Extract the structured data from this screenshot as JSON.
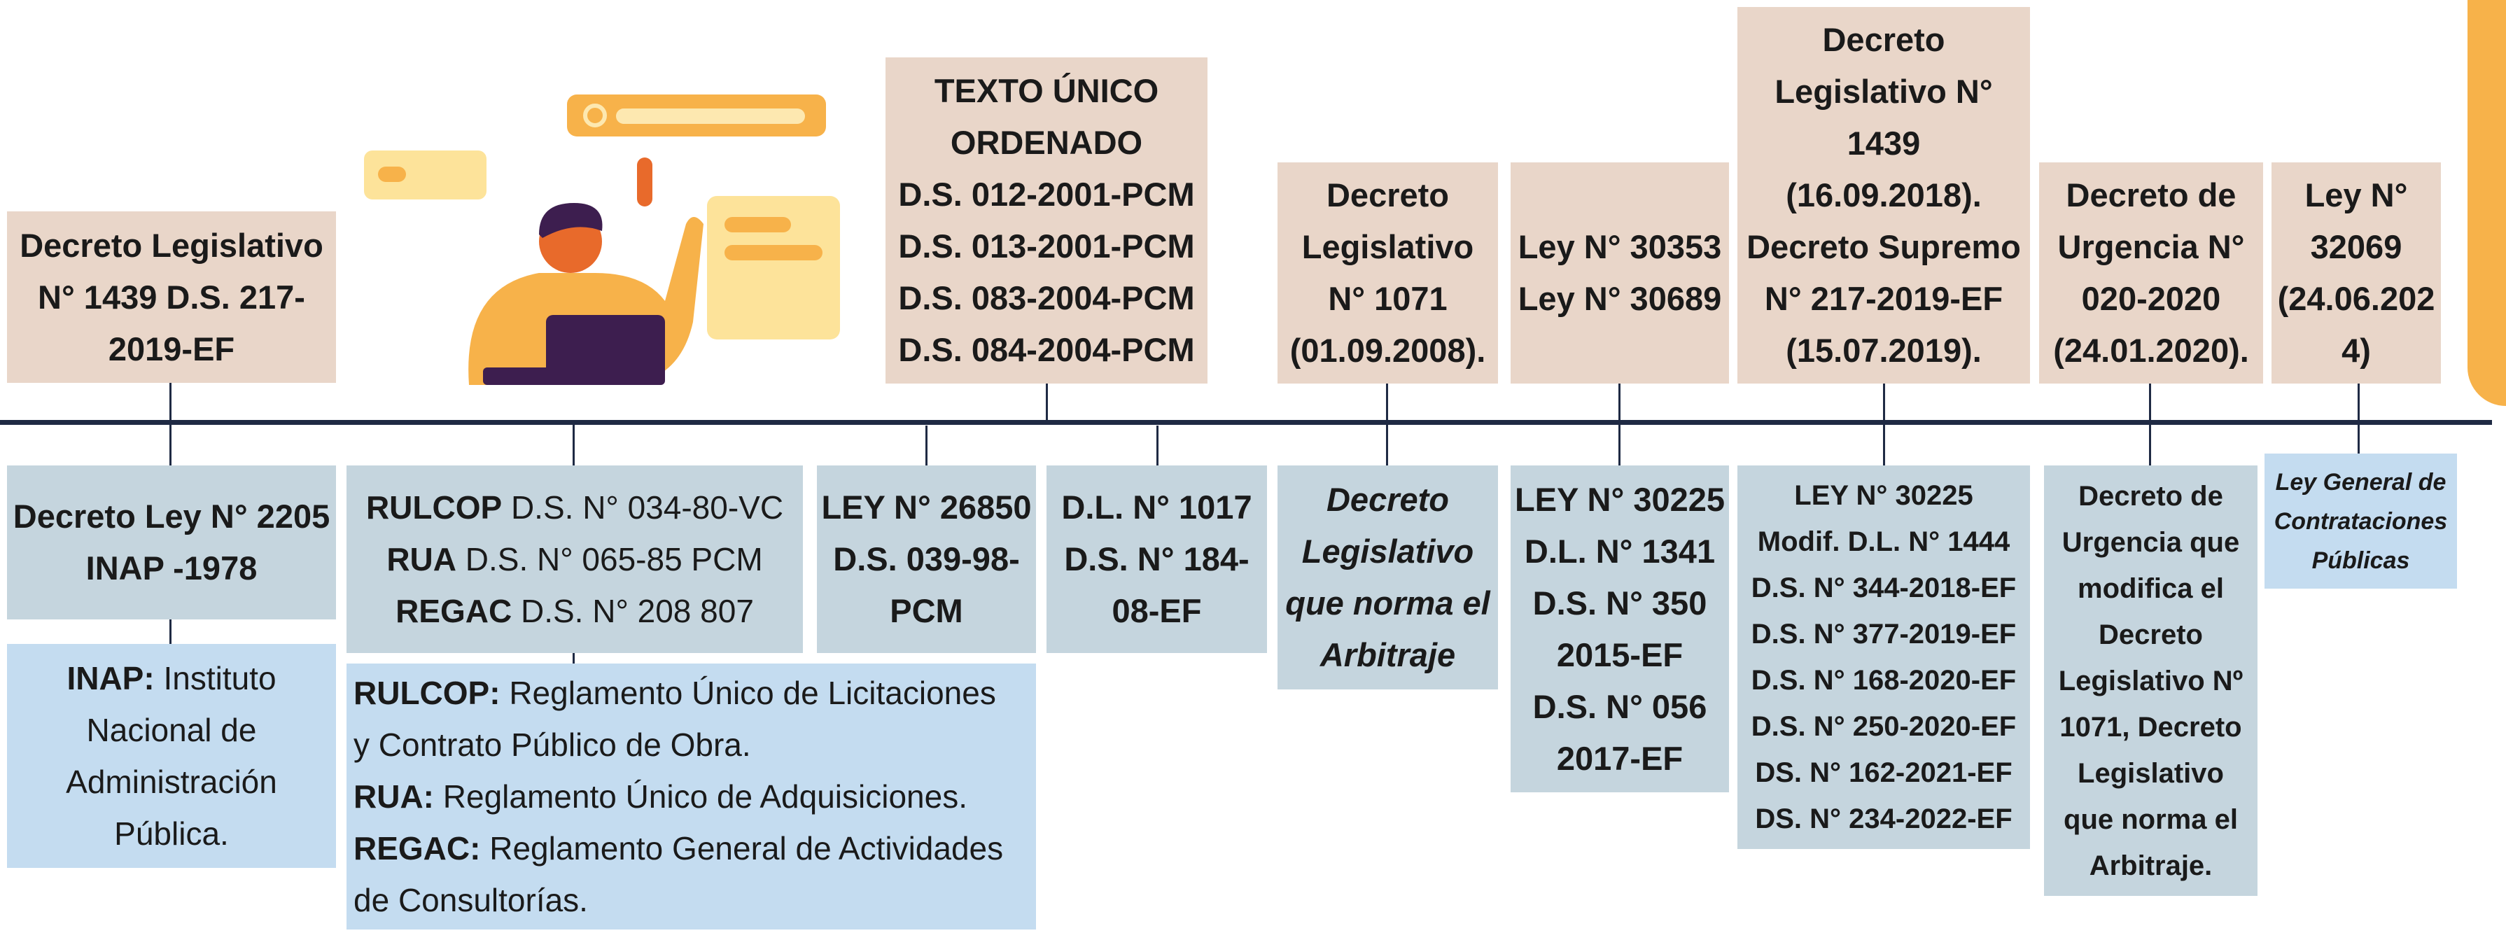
{
  "top_boxes": [
    {
      "lines": [
        "Decreto Legislativo",
        "N° 1439 D.S. 217-",
        "2019-EF"
      ]
    },
    {
      "lines": [
        "TEXTO ÚNICO",
        "ORDENADO",
        "D.S. 012-2001-PCM",
        "D.S. 013-2001-PCM",
        "D.S. 083-2004-PCM",
        "D.S. 084-2004-PCM"
      ]
    },
    {
      "lines": [
        "Decreto",
        "Legislativo",
        "N° 1071",
        "(01.09.2008)."
      ]
    },
    {
      "lines": [
        "Ley N° 30353",
        "Ley N° 30689"
      ]
    },
    {
      "lines": [
        "Decreto",
        "Legislativo N°",
        "1439",
        "(16.09.2018).",
        "Decreto Supremo",
        "N° 217-2019-EF",
        "(15.07.2019)."
      ]
    },
    {
      "lines": [
        "Decreto de",
        "Urgencia N°",
        "020-2020",
        "(24.01.2020)."
      ]
    },
    {
      "lines": [
        "Ley N°",
        "32069",
        "(24.06.202",
        "4)"
      ]
    }
  ],
  "bottom_boxes": {
    "inap": [
      "Decreto Ley N° 2205",
      "INAP -1978"
    ],
    "rulcop": [
      {
        "bold": "RULCOP",
        "rest": " D.S. N° 034-80-VC"
      },
      {
        "bold": "RUA",
        "rest": " D.S. N° 065-85 PCM"
      },
      {
        "bold": "REGAC",
        "rest": " D.S. N° 208 807"
      }
    ],
    "ley26850": [
      "LEY N° 26850",
      "D.S. 039-98-",
      "PCM"
    ],
    "dl1017": [
      "D.L. N° 1017",
      "D.S. N° 184-",
      "08-EF"
    ],
    "arbitraje": [
      "Decreto",
      "Legislativo",
      "que norma el",
      "Arbitraje"
    ],
    "ley30225": [
      "LEY N° 30225",
      "D.L. N° 1341",
      "D.S. N° 350",
      "2015-EF",
      "D.S. N° 056",
      "2017-EF"
    ],
    "ley30225b": [
      "LEY N° 30225",
      "Modif. D.L. N° 1444",
      "D.S. N° 344-2018-EF",
      "D.S. N° 377-2019-EF",
      "D.S. N° 168-2020-EF",
      "D.S. N° 250-2020-EF",
      "DS. N° 162-2021-EF",
      "DS. N° 234-2022-EF"
    ],
    "urgencia": [
      "Decreto de",
      "Urgencia que",
      "modifica el",
      "Decreto",
      "Legislativo Nº",
      "1071, Decreto",
      "Legislativo",
      "que norma el",
      "Arbitraje."
    ],
    "leygeneral": [
      "Ley General de",
      "Contrataciones",
      "Públicas"
    ]
  },
  "desc_boxes": {
    "inap": [
      {
        "bold": "INAP:",
        "rest": " Instituto"
      },
      {
        "bold": "",
        "rest": "Nacional de"
      },
      {
        "bold": "",
        "rest": "Administración"
      },
      {
        "bold": "",
        "rest": "Pública."
      }
    ],
    "rulcop": [
      {
        "bold": "RULCOP:",
        "rest": " Reglamento Único de Licitaciones"
      },
      {
        "bold": "",
        "rest": "y Contrato Público de Obra."
      },
      {
        "bold": "RUA:",
        "rest": " Reglamento Único de Adquisiciones."
      },
      {
        "bold": "REGAC:",
        "rest": " Reglamento General de Actividades"
      },
      {
        "bold": "",
        "rest": "de Consultorías."
      }
    ]
  },
  "colors": {
    "tan": "#e9d6c9",
    "gray": "#c5d5de",
    "blue": "#c4dcf0",
    "timeline": "#1f2a44",
    "accent": "#f7b24a"
  }
}
